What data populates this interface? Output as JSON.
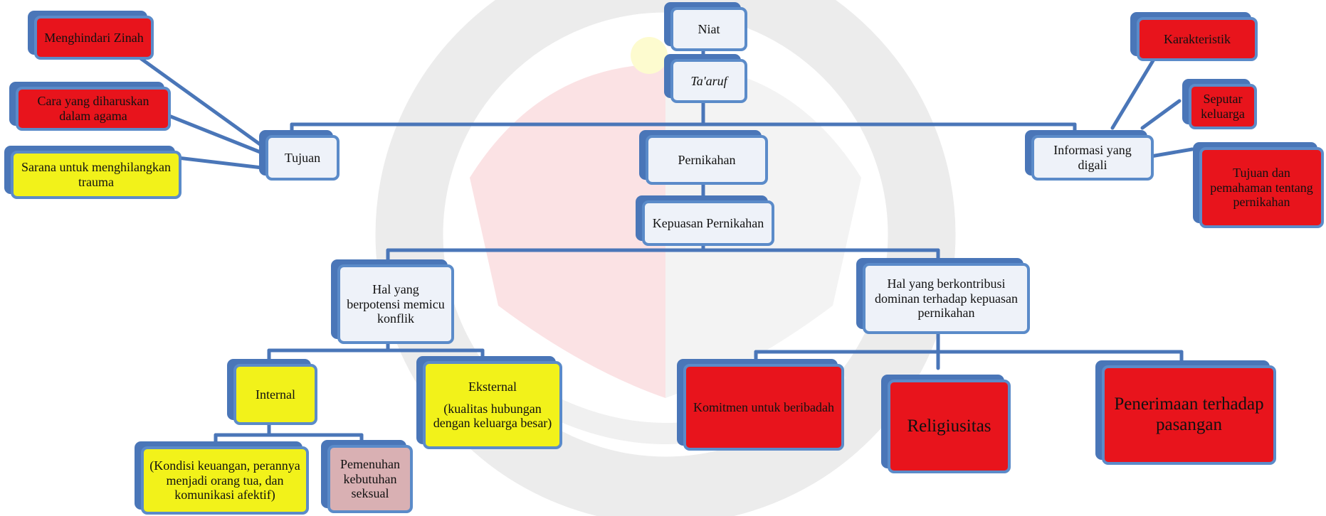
{
  "diagram": {
    "root": "Niat",
    "taaruf": "Ta'aruf",
    "tujuan": {
      "label": "Tujuan",
      "items": [
        "Menghindari Zinah",
        "Cara yang diharuskan dalam agama",
        "Sarana untuk menghilangkan trauma"
      ]
    },
    "pernikahan": "Pernikahan",
    "informasi": {
      "label": "Informasi yang digali",
      "items": [
        "Karakteristik",
        "Seputar keluarga",
        "Tujuan dan pemahaman tentang pernikahan"
      ]
    },
    "kepuasan": "Kepuasan Pernikahan",
    "konflik": {
      "label": "Hal yang berpotensi memicu konflik",
      "internal": {
        "label": "Internal",
        "items": [
          "(Kondisi keuangan, perannya menjadi orang tua,  dan komunikasi afektif)",
          "Pemenuhan kebutuhan seksual"
        ]
      },
      "eksternal": {
        "title": "Eksternal",
        "detail": "(kualitas hubungan dengan keluarga besar)"
      }
    },
    "kontribusi": {
      "label": "Hal yang berkontribusi dominan terhadap kepuasan pernikahan",
      "items": [
        "Komitmen untuk beribadah",
        "Religiusitas",
        "Penerimaan terhadap pasangan"
      ]
    }
  },
  "colors": {
    "border": "#5b8bc9",
    "shadow": "#4a76b8",
    "white_box": "#eef2f9",
    "red_box": "#e8141c",
    "yellow_box": "#f2f21a",
    "pink_box": "#d9b0b3"
  }
}
